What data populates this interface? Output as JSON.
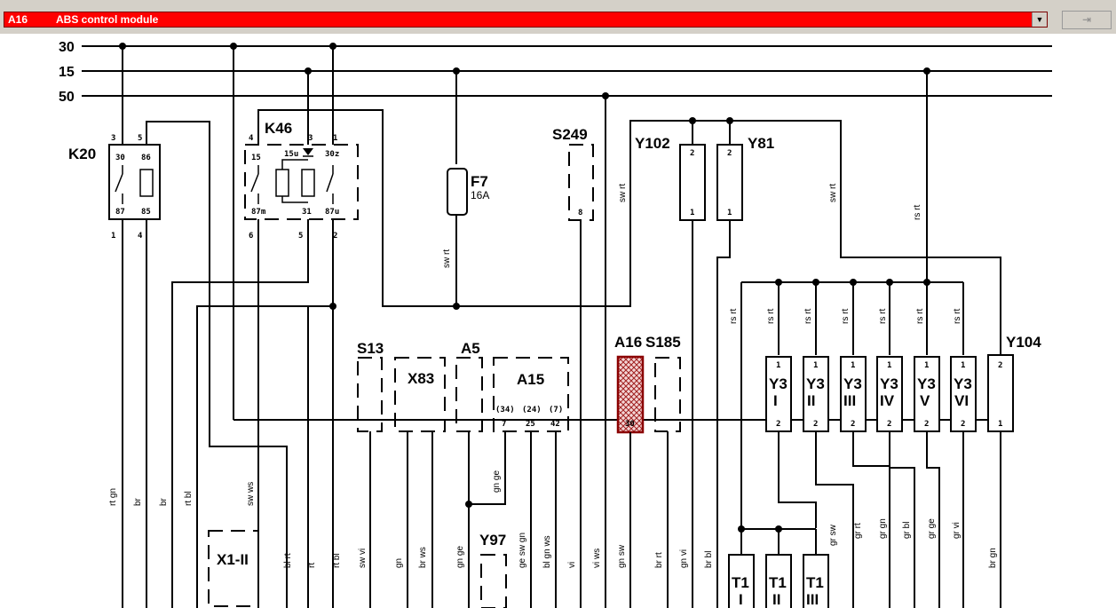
{
  "header": {
    "module_code": "A16",
    "module_name": "ABS control module",
    "dropdown_arrow": "▼",
    "nav_arrows": "⇥"
  },
  "buses": [
    "30",
    "15",
    "50"
  ],
  "components": {
    "K20": {
      "label": "K20",
      "pins_top": [
        "3",
        "5"
      ],
      "pins_inner_top": [
        "30",
        "86"
      ],
      "pins_inner_bottom": [
        "87",
        "85"
      ],
      "pins_bottom": [
        "1",
        "4"
      ]
    },
    "K46": {
      "label": "K46",
      "pins_top": [
        "4",
        "3",
        "1"
      ],
      "pins_inner_top": [
        "15",
        "15u",
        "30z"
      ],
      "pins_inner_bottom": [
        "87m",
        "31",
        "87u"
      ],
      "pins_bottom": [
        "6",
        "5",
        "2"
      ]
    },
    "F7": {
      "label": "F7",
      "rating": "16A"
    },
    "S249": {
      "label": "S249",
      "pin": "8"
    },
    "Y102": {
      "label": "Y102",
      "pin_top": "2",
      "pin_bottom": "1"
    },
    "Y81": {
      "label": "Y81",
      "pin_top": "2",
      "pin_bottom": "1"
    },
    "S13": "S13",
    "X83": "X83",
    "A5": "A5",
    "A15": {
      "label": "A15",
      "pin_alt": [
        "(34)",
        "(24)",
        "(7)"
      ],
      "pins": [
        "7",
        "25",
        "42"
      ]
    },
    "A16": {
      "label": "A16",
      "pin": "30"
    },
    "S185": "S185",
    "Y3": [
      {
        "name": "Y3",
        "roman": "I"
      },
      {
        "name": "Y3",
        "roman": "II"
      },
      {
        "name": "Y3",
        "roman": "III"
      },
      {
        "name": "Y3",
        "roman": "IV"
      },
      {
        "name": "Y3",
        "roman": "V"
      },
      {
        "name": "Y3",
        "roman": "VI"
      }
    ],
    "Y3_pins": [
      "1",
      "2"
    ],
    "Y104": {
      "label": "Y104",
      "pin_top": "2",
      "pin_bottom": "1"
    },
    "Y97": "Y97",
    "X1": "X1-II",
    "T1": [
      {
        "name": "T1",
        "roman": "I"
      },
      {
        "name": "T1",
        "roman": "II"
      },
      {
        "name": "T1",
        "roman": "III"
      }
    ]
  },
  "wire_labels": {
    "sw_rt_f7": "sw rt",
    "sw_rt_y102": "sw rt",
    "sw_rt_y104": "sw rt",
    "rs_rt_bus": "rs rt",
    "rs_rt_y3": [
      "rs rt",
      "rs rt",
      "rs rt",
      "rs rt",
      "rs rt",
      "rs rt",
      "rs rt"
    ],
    "bottom": [
      "rt gn",
      "br",
      "br",
      "rt bl",
      "sw ws",
      "bl rt",
      "rt",
      "rt bl",
      "sw vi",
      "gn",
      "br ws",
      "gn ge",
      "gn ge",
      "ge sw gn",
      "bl gn ws",
      "vi",
      "vi ws",
      "gn sw",
      "br rt",
      "gn vi",
      "br bl",
      "gr sw",
      "gr rt",
      "gr gn",
      "gr bl",
      "gr ge",
      "gr vi",
      "br gn"
    ]
  }
}
